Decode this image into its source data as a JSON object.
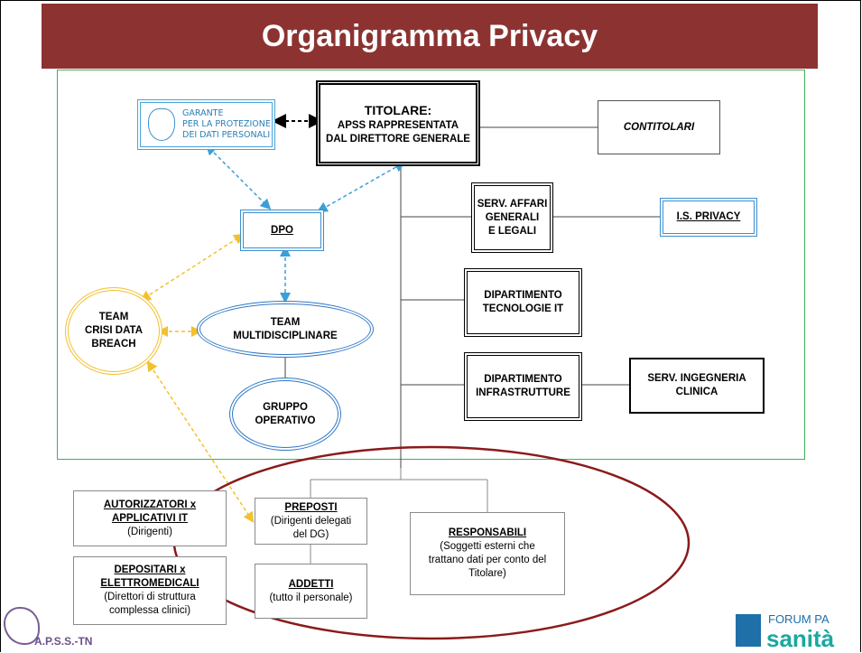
{
  "title": "Organigramma Privacy",
  "garante": {
    "line1": "GARANTE",
    "line2": "PER LA PROTEZIONE",
    "line3": "DEI DATI PERSONALI"
  },
  "titolare": {
    "line1": "TITOLARE:",
    "line2": "APSS RAPPRESENTATA",
    "line3": "DAL DIRETTORE GENERALE"
  },
  "contitolari": "CONTITOLARI",
  "dpo": "DPO",
  "serv_affari": {
    "line1": "SERV. AFFARI",
    "line2": "GENERALI",
    "line3": "E LEGALI"
  },
  "is_privacy": "I.S. PRIVACY",
  "dip_tecnologie": {
    "line1": "DIPARTIMENTO",
    "line2": "TECNOLOGIE IT"
  },
  "dip_infrastrutture": {
    "line1": "DIPARTIMENTO",
    "line2": "INFRASTRUTTURE"
  },
  "serv_ingegneria": {
    "line1": "SERV. INGEGNERIA",
    "line2": "CLINICA"
  },
  "team_crisi": {
    "line1": "TEAM",
    "line2": "CRISI DATA",
    "line3": "BREACH"
  },
  "team_multi": {
    "line1": "TEAM",
    "line2": "MULTIDISCIPLINARE"
  },
  "gruppo": {
    "line1": "GRUPPO",
    "line2": "OPERATIVO"
  },
  "autorizzatori": {
    "line1": "AUTORIZZATORI x",
    "line2": "APPLICATIVI IT",
    "line3": "(Dirigenti)"
  },
  "depositari": {
    "line1": "DEPOSITARI x",
    "line2": "ELETTROMEDICALI",
    "line3": "(Direttori di struttura",
    "line4": "complessa clinici)"
  },
  "preposti": {
    "line1": "PREPOSTI",
    "line2": "(Dirigenti delegati",
    "line3": "del DG)"
  },
  "addetti": {
    "line1": "ADDETTI",
    "line2": "(tutto il personale)"
  },
  "responsabili": {
    "line1": "RESPONSABILI",
    "line2": "(Soggetti esterni che",
    "line3": "trattano dati per conto del",
    "line4": "Titolare)"
  },
  "footer_left": "A.P.S.S.-TN",
  "footer_right": {
    "line1": "FORUM PA",
    "line2": "sanità"
  },
  "colors": {
    "title_bg": "#8c3332",
    "green": "#3fae5a",
    "blue": "#3b8fd0",
    "yellow": "#f2c12e",
    "dark_red": "#8b1a1a"
  }
}
